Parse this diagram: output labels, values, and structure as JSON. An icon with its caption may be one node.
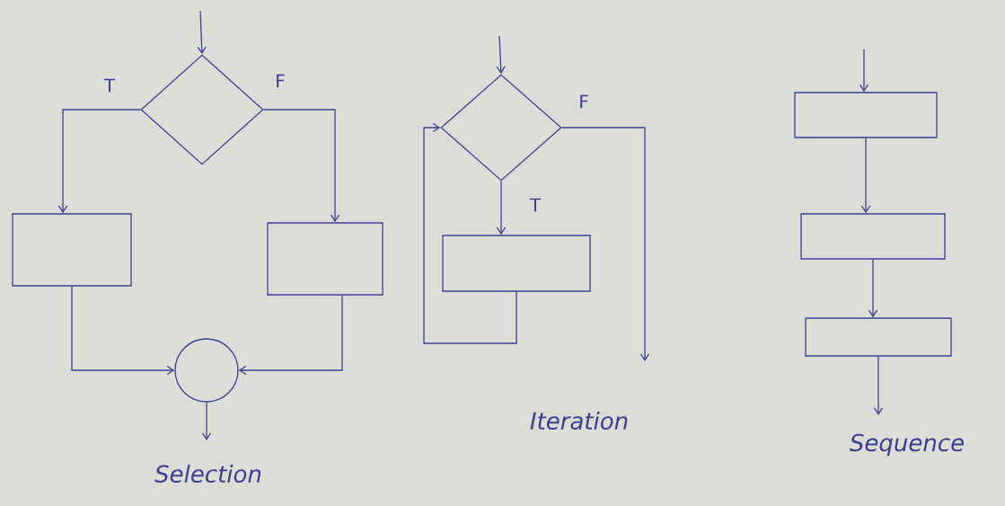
{
  "diagram": {
    "nodes": [
      {
        "text": [],
        "shape": "diamond"
      },
      {
        "text": [],
        "shape": "box"
      },
      {
        "text": [],
        "shape": "box"
      },
      {
        "text": [],
        "shape": "circle"
      },
      {
        "text": [],
        "shape": "diamond"
      },
      {
        "text": [],
        "shape": "box"
      },
      {
        "text": [],
        "shape": "box"
      },
      {
        "text": [],
        "shape": "box"
      },
      {
        "text": [],
        "shape": "box"
      }
    ],
    "edges": [
      {
        "from": null,
        "to": 0,
        "arrow": "to"
      },
      {
        "from": 0,
        "to": 1,
        "arrow": "to",
        "label": "T"
      },
      {
        "from": 0,
        "to": 2,
        "arrow": "to",
        "label": "F"
      },
      {
        "from": 1,
        "to": 3,
        "arrow": "to"
      },
      {
        "from": 2,
        "to": 3,
        "arrow": "to"
      },
      {
        "from": 3,
        "to": null,
        "arrow": "to"
      },
      {
        "from": null,
        "to": 4,
        "arrow": "to"
      },
      {
        "from": 4,
        "to": 5,
        "arrow": "to",
        "label": "T"
      },
      {
        "from": 5,
        "to": 4,
        "arrow": "to"
      },
      {
        "from": 4,
        "to": null,
        "arrow": "to",
        "label": "F"
      },
      {
        "from": null,
        "to": 6,
        "arrow": "to"
      },
      {
        "from": 6,
        "to": 7,
        "arrow": "to"
      },
      {
        "from": 7,
        "to": 8,
        "arrow": "to"
      },
      {
        "from": 8,
        "to": null,
        "arrow": "to"
      }
    ],
    "labels": [
      "Selection",
      "Iteration",
      "Sequence"
    ]
  }
}
